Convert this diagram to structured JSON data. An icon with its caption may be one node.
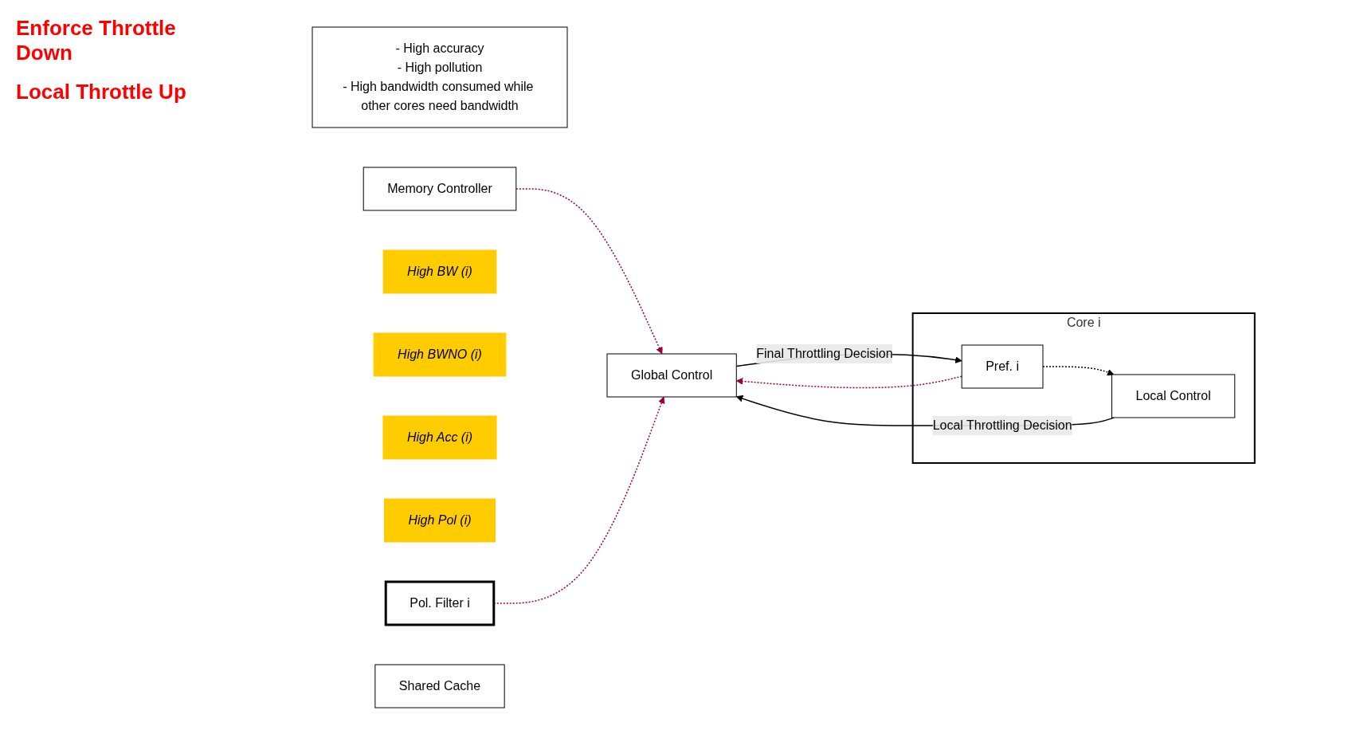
{
  "diagram": {
    "nodes": [
      {
        "text": [
          "- High accuracy",
          "- High pollution",
          "- High bandwidth consumed while other cores need bandwidth"
        ]
      },
      {
        "text": [
          "Memory Controller"
        ]
      },
      {
        "text": [
          "Core i"
        ]
      },
      {
        "text": [
          "Pref. i"
        ],
        "in": 2
      },
      {
        "text": [
          "Local Control"
        ],
        "in": 2
      },
      {
        "text": [
          "Global Control"
        ]
      },
      {
        "text": [
          "High BW (i)"
        ]
      },
      {
        "text": [
          "High BWNO (i)"
        ]
      },
      {
        "text": [
          "High Acc (i)"
        ]
      },
      {
        "text": [
          "High Pol (i)"
        ]
      },
      {
        "text": [
          "Pol. Filter i"
        ]
      },
      {
        "text": [
          "Shared Cache"
        ]
      }
    ],
    "edges": [
      {
        "from": 5,
        "to": 3,
        "arrow": "to",
        "label": "Final Throttling Decision"
      },
      {
        "from": 3,
        "to": 5,
        "arrow": "to",
        "style": "dashed",
        "color": "#990033"
      },
      {
        "from": 3,
        "to": 4,
        "arrow": "to",
        "style": "dashed"
      },
      {
        "from": 4,
        "to": 5,
        "arrow": "to",
        "label": "Local Throttling Decision"
      },
      {
        "from": 1,
        "to": 5,
        "arrow": "to",
        "style": "dashed",
        "color": "#990033"
      },
      {
        "from": 10,
        "to": 5,
        "arrow": "to",
        "style": "dashed",
        "color": "#990033"
      }
    ],
    "labels": [
      "Enforce Throttle Down",
      "Local Throttle Up"
    ]
  }
}
